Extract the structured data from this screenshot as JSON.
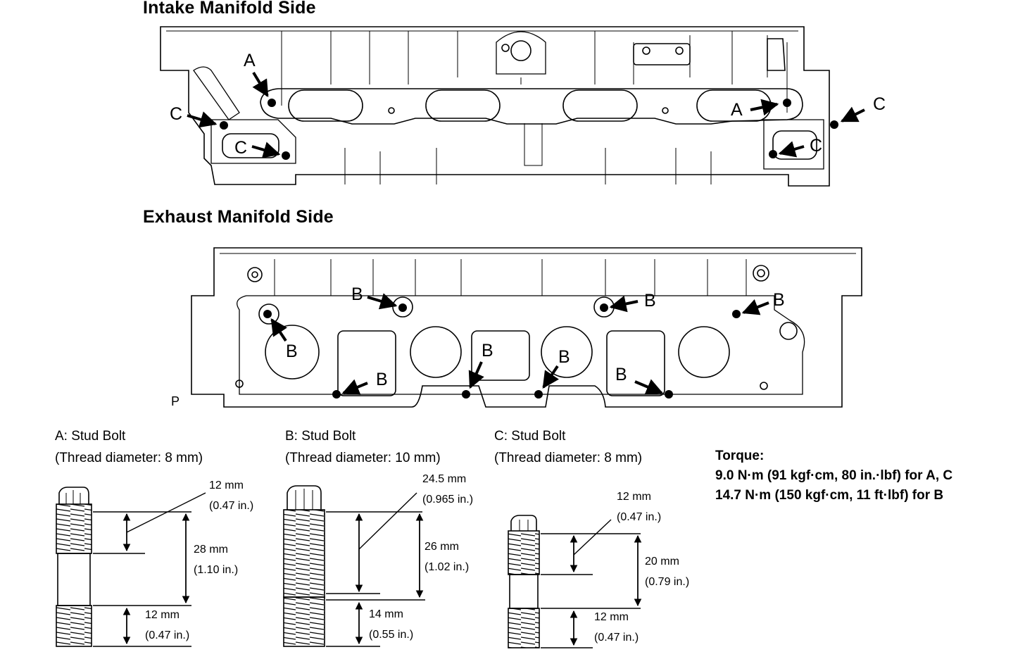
{
  "sections": {
    "intake_title": "Intake Manifold Side",
    "exhaust_title": "Exhaust Manifold Side"
  },
  "callouts": {
    "A": "A",
    "B": "B",
    "C": "C",
    "P": "P"
  },
  "bolts": [
    {
      "name": "A: Stud Bolt",
      "thread": "(Thread diameter: 8 mm)",
      "top_len_mm": "12 mm",
      "top_len_in": "(0.47 in.)",
      "mid_len_mm": "28 mm",
      "mid_len_in": "(1.10 in.)",
      "bot_len_mm": "12 mm",
      "bot_len_in": "(0.47 in.)"
    },
    {
      "name": "B: Stud Bolt",
      "thread": "(Thread diameter: 10 mm)",
      "top_len_mm": "24.5 mm",
      "top_len_in": "(0.965 in.)",
      "mid_len_mm": "26 mm",
      "mid_len_in": "(1.02 in.)",
      "bot_len_mm": "14 mm",
      "bot_len_in": "(0.55 in.)"
    },
    {
      "name": "C: Stud Bolt",
      "thread": "(Thread diameter: 8 mm)",
      "top_len_mm": "12 mm",
      "top_len_in": "(0.47 in.)",
      "mid_len_mm": "20 mm",
      "mid_len_in": "(0.79 in.)",
      "bot_len_mm": "12 mm",
      "bot_len_in": "(0.47 in.)"
    }
  ],
  "torque": {
    "heading": "Torque:",
    "line1": "9.0 N·m (91 kgf·cm, 80 in.·lbf) for A, C",
    "line2": "14.7 N·m (150 kgf·cm, 11 ft·lbf) for B"
  }
}
